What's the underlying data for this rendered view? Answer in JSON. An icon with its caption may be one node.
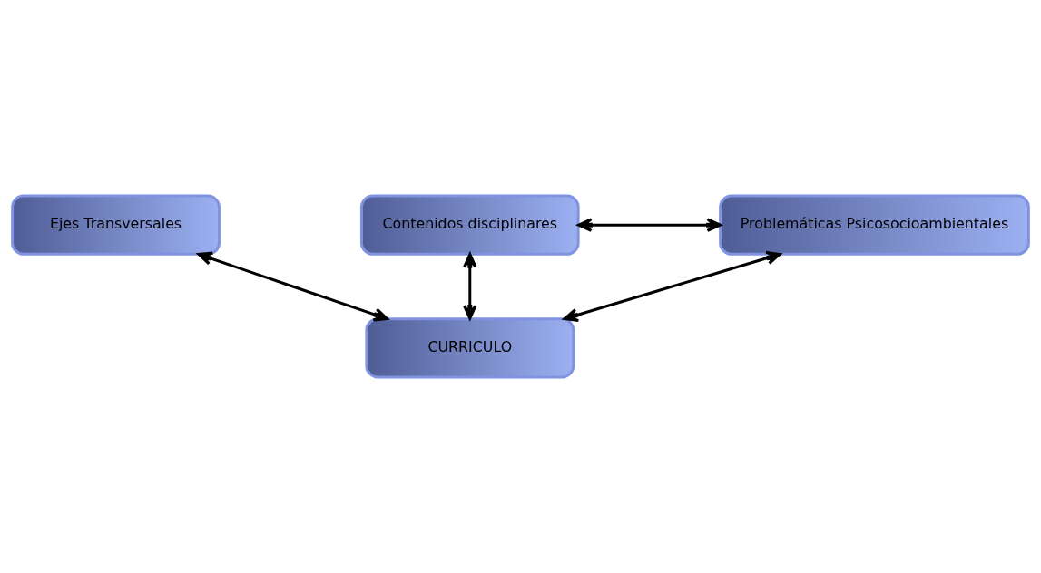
{
  "diagram": {
    "nodes": [
      {
        "text": [
          "Ejes Transversales"
        ]
      },
      {
        "text": [
          "Contenidos disciplinares"
        ]
      },
      {
        "text": [
          "Problemáticas Psicosocioambientales"
        ]
      },
      {
        "text": [
          "CURRICULO"
        ]
      }
    ],
    "edges": [
      {
        "from": 0,
        "to": 3,
        "arrow": "both"
      },
      {
        "from": 1,
        "to": 2,
        "arrow": "both"
      },
      {
        "from": 1,
        "to": 3,
        "arrow": "both"
      },
      {
        "from": 2,
        "to": 3,
        "arrow": "both"
      }
    ]
  }
}
